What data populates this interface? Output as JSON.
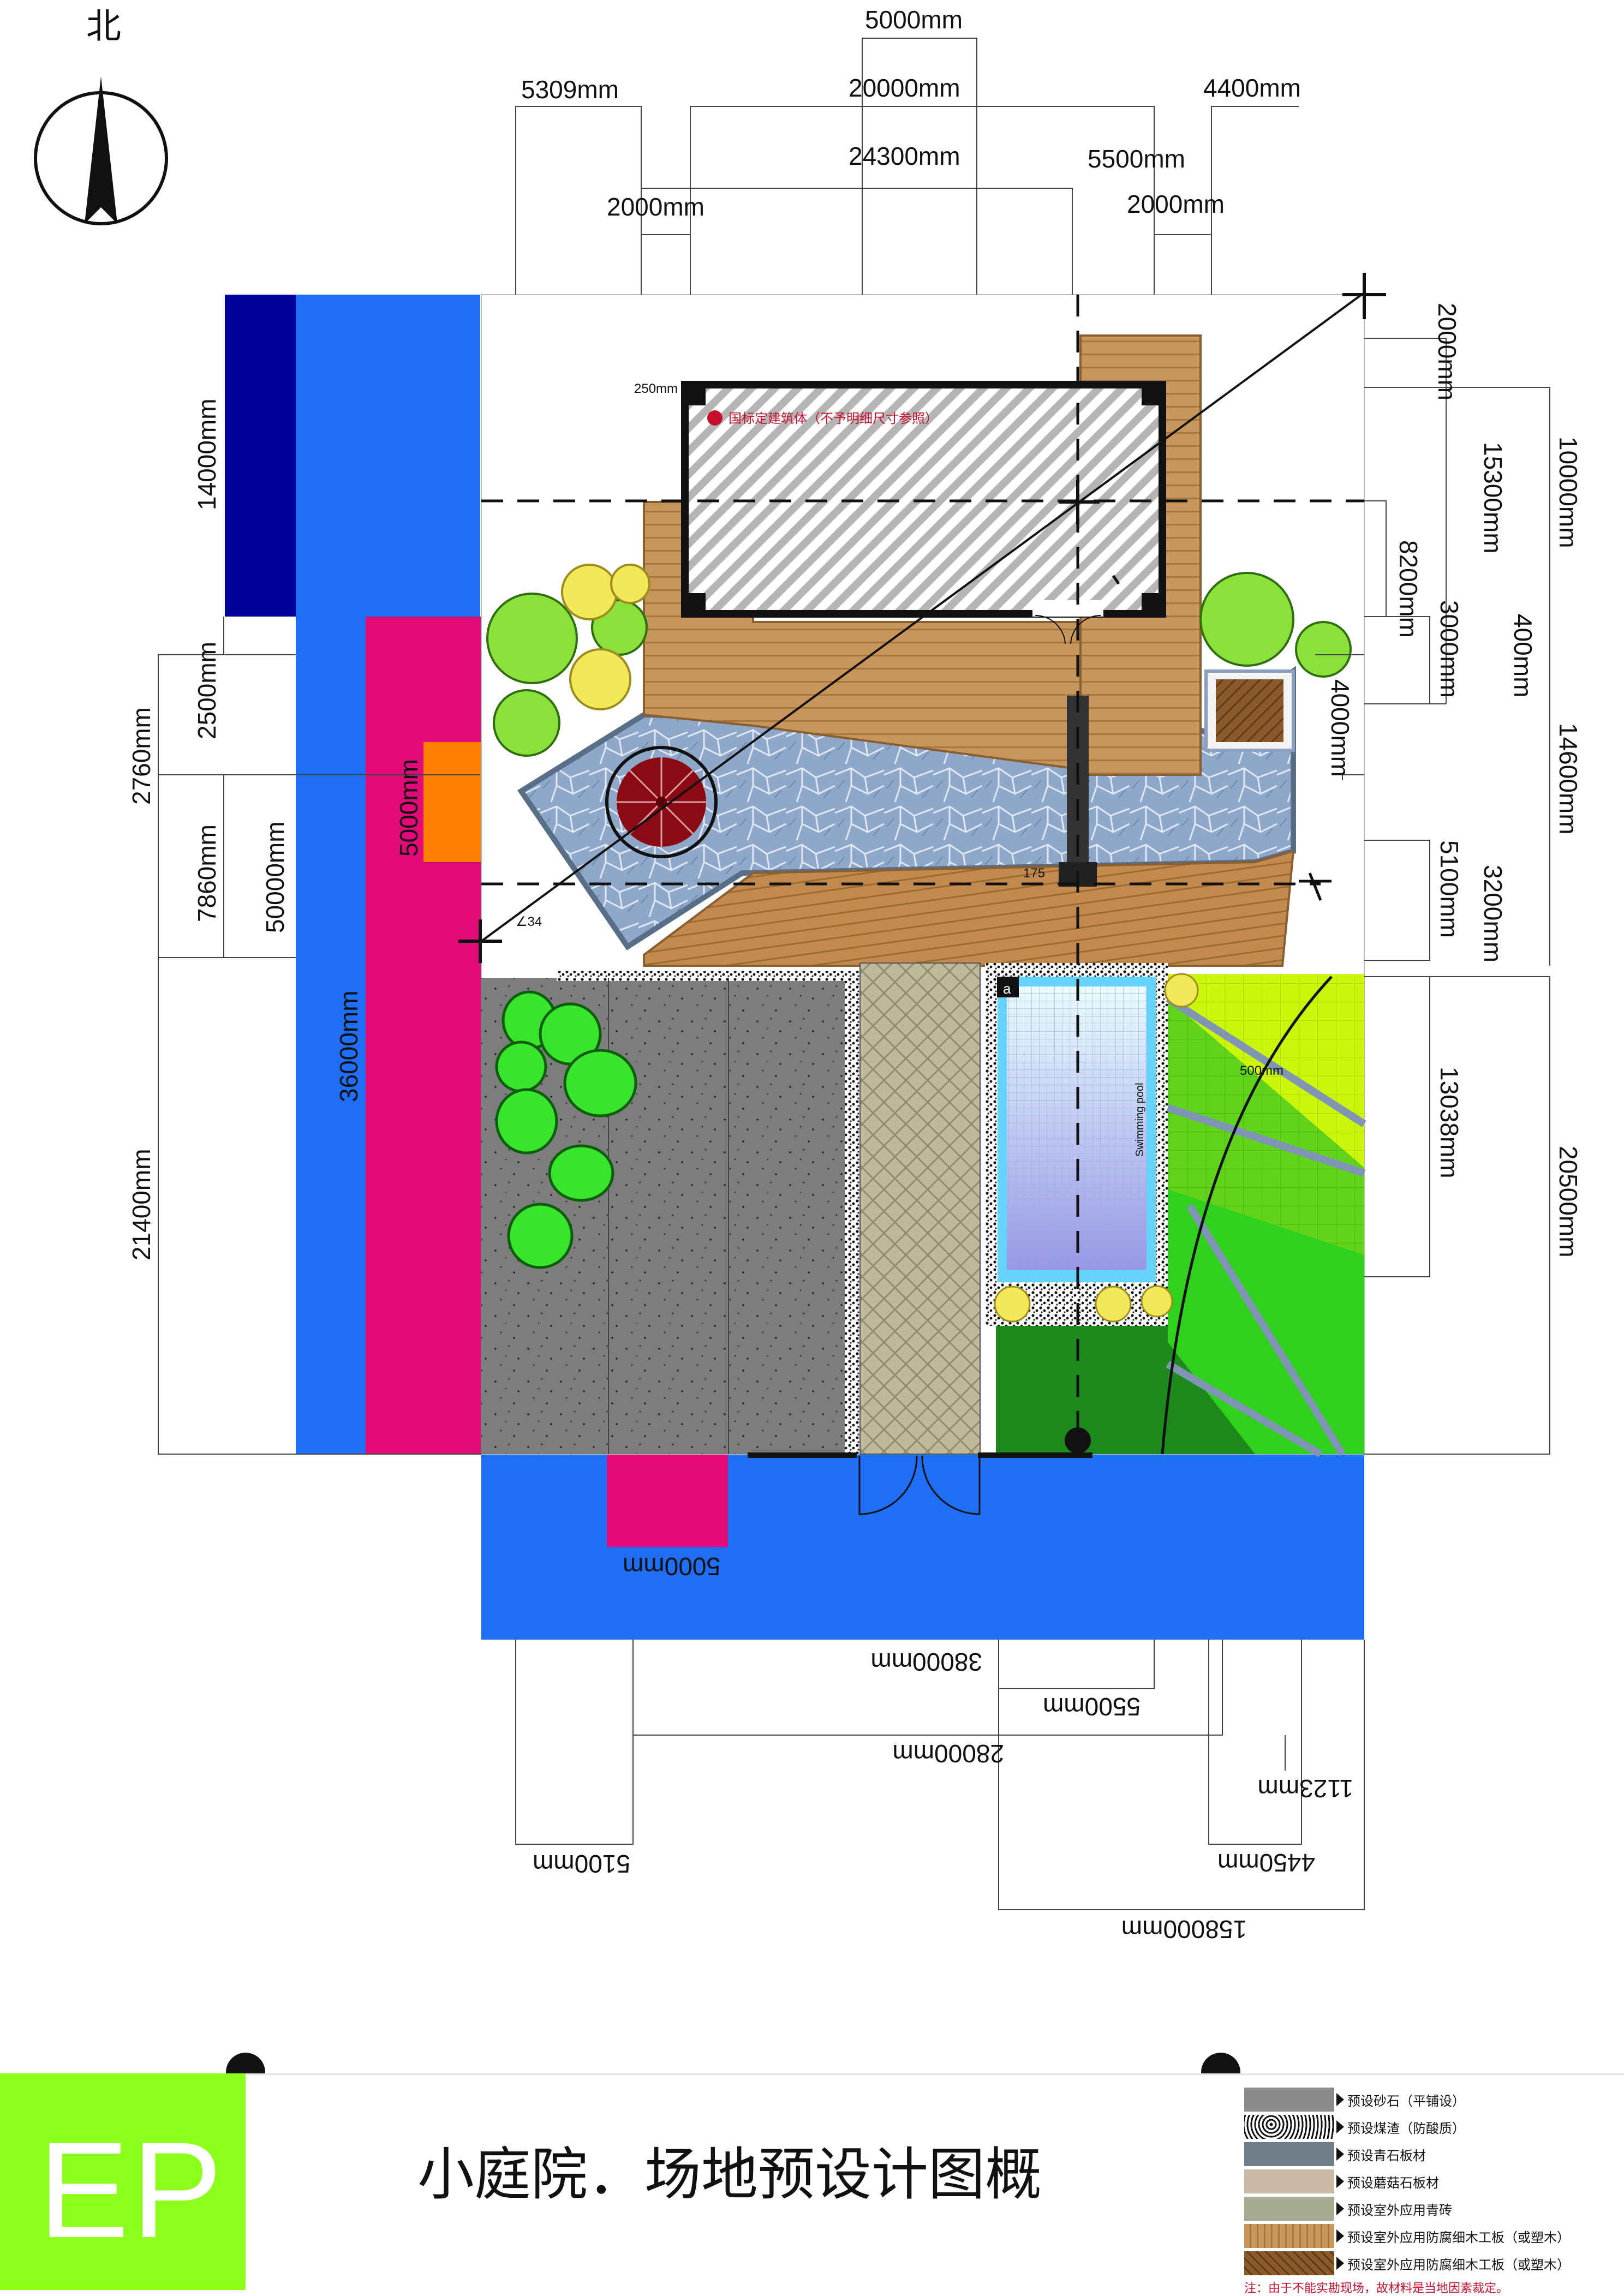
{
  "north_label": "北",
  "title": "小庭院．场地预设计图概",
  "badge": "EP",
  "building_note": "国标定建筑体（不予明细尺寸参照）",
  "pool_label": "Swimming pool",
  "pool_marker": "a",
  "small_labels": {
    "gap": "250mm",
    "a175": "175",
    "a34": "∠34",
    "d500": "500mm"
  },
  "dims_top": [
    "5000mm",
    "5309mm",
    "20000mm",
    "4400mm",
    "24300mm",
    "5500mm",
    "2000mm",
    "2000mm"
  ],
  "dims_right": [
    "2000mm",
    "15300mm",
    "10000mm",
    "8200mm",
    "3000mm",
    "400mm",
    "4000mm",
    "14600mm",
    "5100mm",
    "3200mm",
    "13038mm",
    "20500mm"
  ],
  "dims_left": [
    "14000mm",
    "2500mm",
    "2760mm",
    "5000mm",
    "7860mm",
    "50000mm",
    "36000mm",
    "21400mm"
  ],
  "dims_bottom": [
    "5000mm",
    "38000mm",
    "5500mm",
    "28000mm",
    "1123mm",
    "5100mm",
    "4450mm",
    "158000mm"
  ],
  "legend": [
    {
      "text": "预设砂石（平铺设）",
      "color": "#8a8a8a",
      "icon": "gravel-swatch"
    },
    {
      "text": "预设煤渣（防酸质）",
      "color": "#3a3a3a",
      "icon": "cinder-swatch"
    },
    {
      "text": "预设青石板材",
      "color": "#6f7f8c",
      "icon": "bluestone-swatch"
    },
    {
      "text": "预设蘑菇石板材",
      "color": "#c9b8a6",
      "icon": "mushroom-stone-swatch"
    },
    {
      "text": "预设室外应用青砖",
      "color": "#a7a991",
      "icon": "blue-brick-swatch"
    },
    {
      "text": "预设室外应用防腐细木工板（或塑木）",
      "color": "#c9975a",
      "icon": "wood-board-swatch"
    },
    {
      "text": "预设室外应用防腐细木工板（或塑木）",
      "color": "#8b5a2b",
      "icon": "dark-wood-swatch"
    }
  ],
  "legend_note": "注：由于不能实勘现场，故材料是当地因素裁定。",
  "colors": {
    "accent_green": "#8cff1a",
    "blue": "#1e6ff5",
    "navy": "#00009a",
    "magenta": "#e20a79",
    "orange": "#ff7f00"
  }
}
